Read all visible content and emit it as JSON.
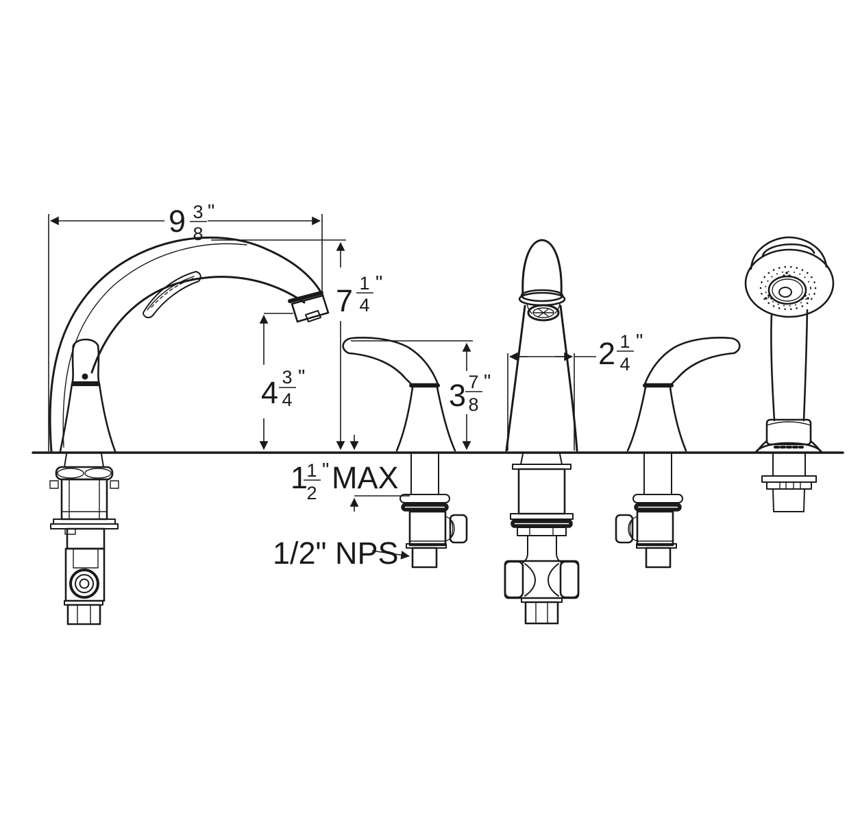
{
  "colors": {
    "line": "#1a1a1a",
    "background": "#ffffff"
  },
  "dims": {
    "spout_reach": {
      "whole": "9",
      "num": "3",
      "den": "8",
      "unit": "\""
    },
    "spout_height": {
      "whole": "7",
      "num": "1",
      "den": "4",
      "unit": "\""
    },
    "spout_outlet_height": {
      "whole": "4",
      "num": "3",
      "den": "4",
      "unit": "\""
    },
    "handle_height": {
      "whole": "3",
      "num": "7",
      "den": "8",
      "unit": "\""
    },
    "diverter_base_width": {
      "whole": "2",
      "num": "1",
      "den": "4",
      "unit": "\""
    },
    "deck_thickness": {
      "whole": "1",
      "num": "1",
      "den": "2",
      "unit": "\"",
      "suffix": "MAX"
    },
    "thread": {
      "label": "1/2\" NPS"
    }
  }
}
